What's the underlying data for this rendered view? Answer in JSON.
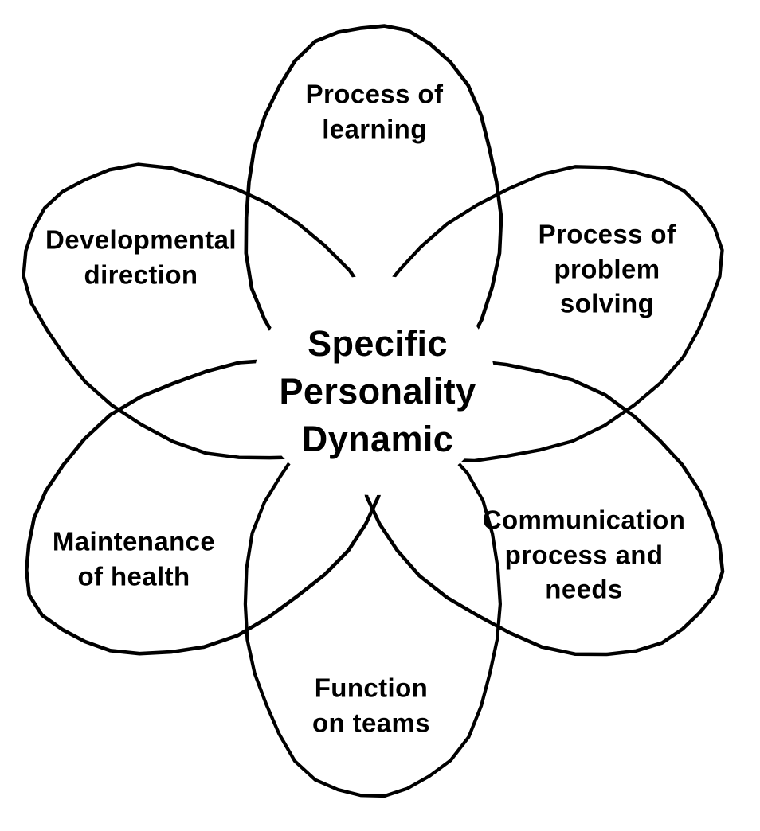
{
  "diagram": {
    "background_color": "#ffffff",
    "stroke_color": "#000000",
    "text_color": "#000000",
    "center": {
      "label": "Specific\nPersonality\nDynamic"
    },
    "petals": [
      {
        "id": "process-of-learning",
        "position": "top",
        "label": "Process of\nlearning"
      },
      {
        "id": "process-of-problem-solving",
        "position": "top-right",
        "label": "Process of\nproblem\nsolving"
      },
      {
        "id": "communication-process-and-needs",
        "position": "bottom-right",
        "label": "Communication\nprocess and\nneeds"
      },
      {
        "id": "function-on-teams",
        "position": "bottom",
        "label": "Function\non teams"
      },
      {
        "id": "maintenance-of-health",
        "position": "bottom-left",
        "label": "Maintenance\nof health"
      },
      {
        "id": "developmental-direction",
        "position": "top-left",
        "label": "Developmental\ndirection"
      }
    ]
  }
}
